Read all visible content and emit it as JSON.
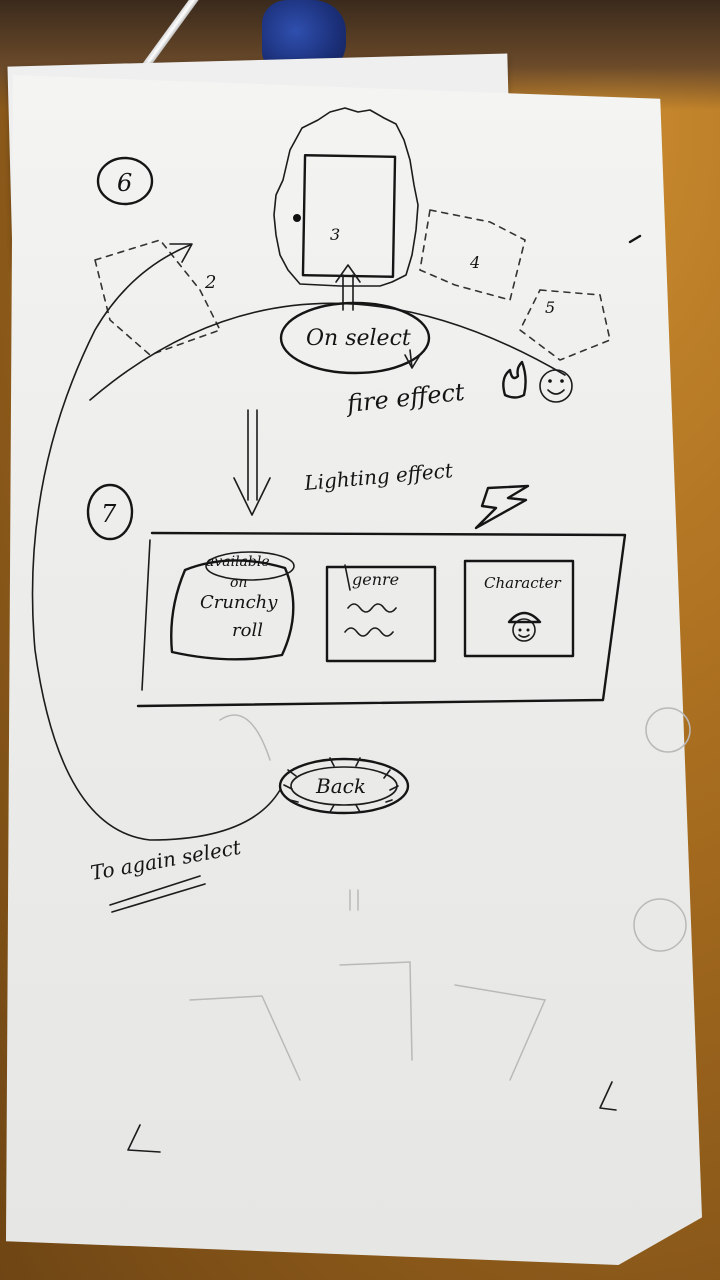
{
  "step_numbers": {
    "top": "6",
    "bottom": "7"
  },
  "doors": {
    "left": "2",
    "center": "3",
    "right_a": "4",
    "right_b": "5"
  },
  "labels": {
    "on_select": "On select",
    "fire_effect": "fire effect",
    "lighting_effect": "Lighting effect",
    "available": "available",
    "on": "on",
    "crunchy": "Crunchy",
    "roll": "roll",
    "genre": "genre",
    "character": "Character",
    "back": "Back",
    "to_again_select": "To again select"
  },
  "colors": {
    "ink": "#151515",
    "paper": "#f1f1ef",
    "table": "#a86d1f"
  },
  "icons": [
    "fire-icon",
    "smiley-icon",
    "lightning-icon",
    "character-face-icon"
  ]
}
